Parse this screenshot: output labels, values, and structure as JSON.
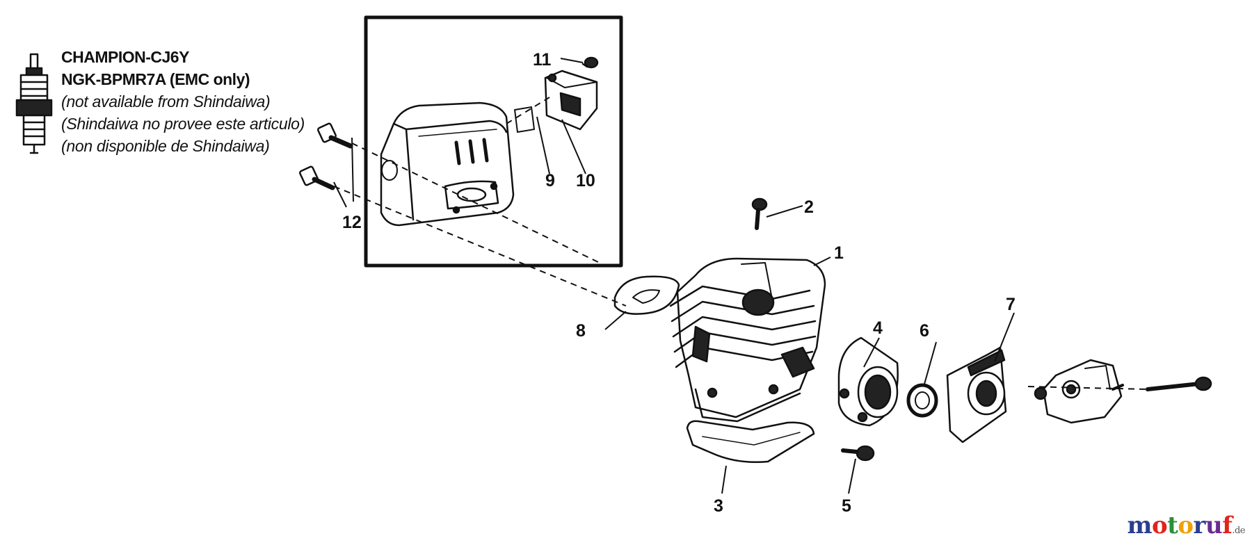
{
  "spark_plug_notes": [
    {
      "text": "CHAMPION-CJ6Y",
      "style": "bold"
    },
    {
      "text": "NGK-BPMR7A (EMC only)",
      "style": "bold"
    },
    {
      "text": "(not available from Shindaiwa)",
      "style": "italic"
    },
    {
      "text": "(Shindaiwa no provee este articulo)",
      "style": "italic"
    },
    {
      "text": "(non disponible de Shindaiwa)",
      "style": "italic"
    }
  ],
  "callouts": {
    "c1": "1",
    "c2": "2",
    "c3": "3",
    "c4": "4",
    "c5": "5",
    "c6": "6",
    "c7": "7",
    "c8": "8",
    "c9": "9",
    "c10": "10",
    "c11": "11",
    "c12": "12"
  },
  "watermark": {
    "letters": [
      "m",
      "o",
      "t",
      "o",
      "r",
      "u",
      "f"
    ],
    "letter_colors": [
      "#2b3f8f",
      "#e2231a",
      "#2a8f3a",
      "#f0a000",
      "#2b3f8f",
      "#6a2c91",
      "#e2231a"
    ],
    "suffix": ".de"
  }
}
